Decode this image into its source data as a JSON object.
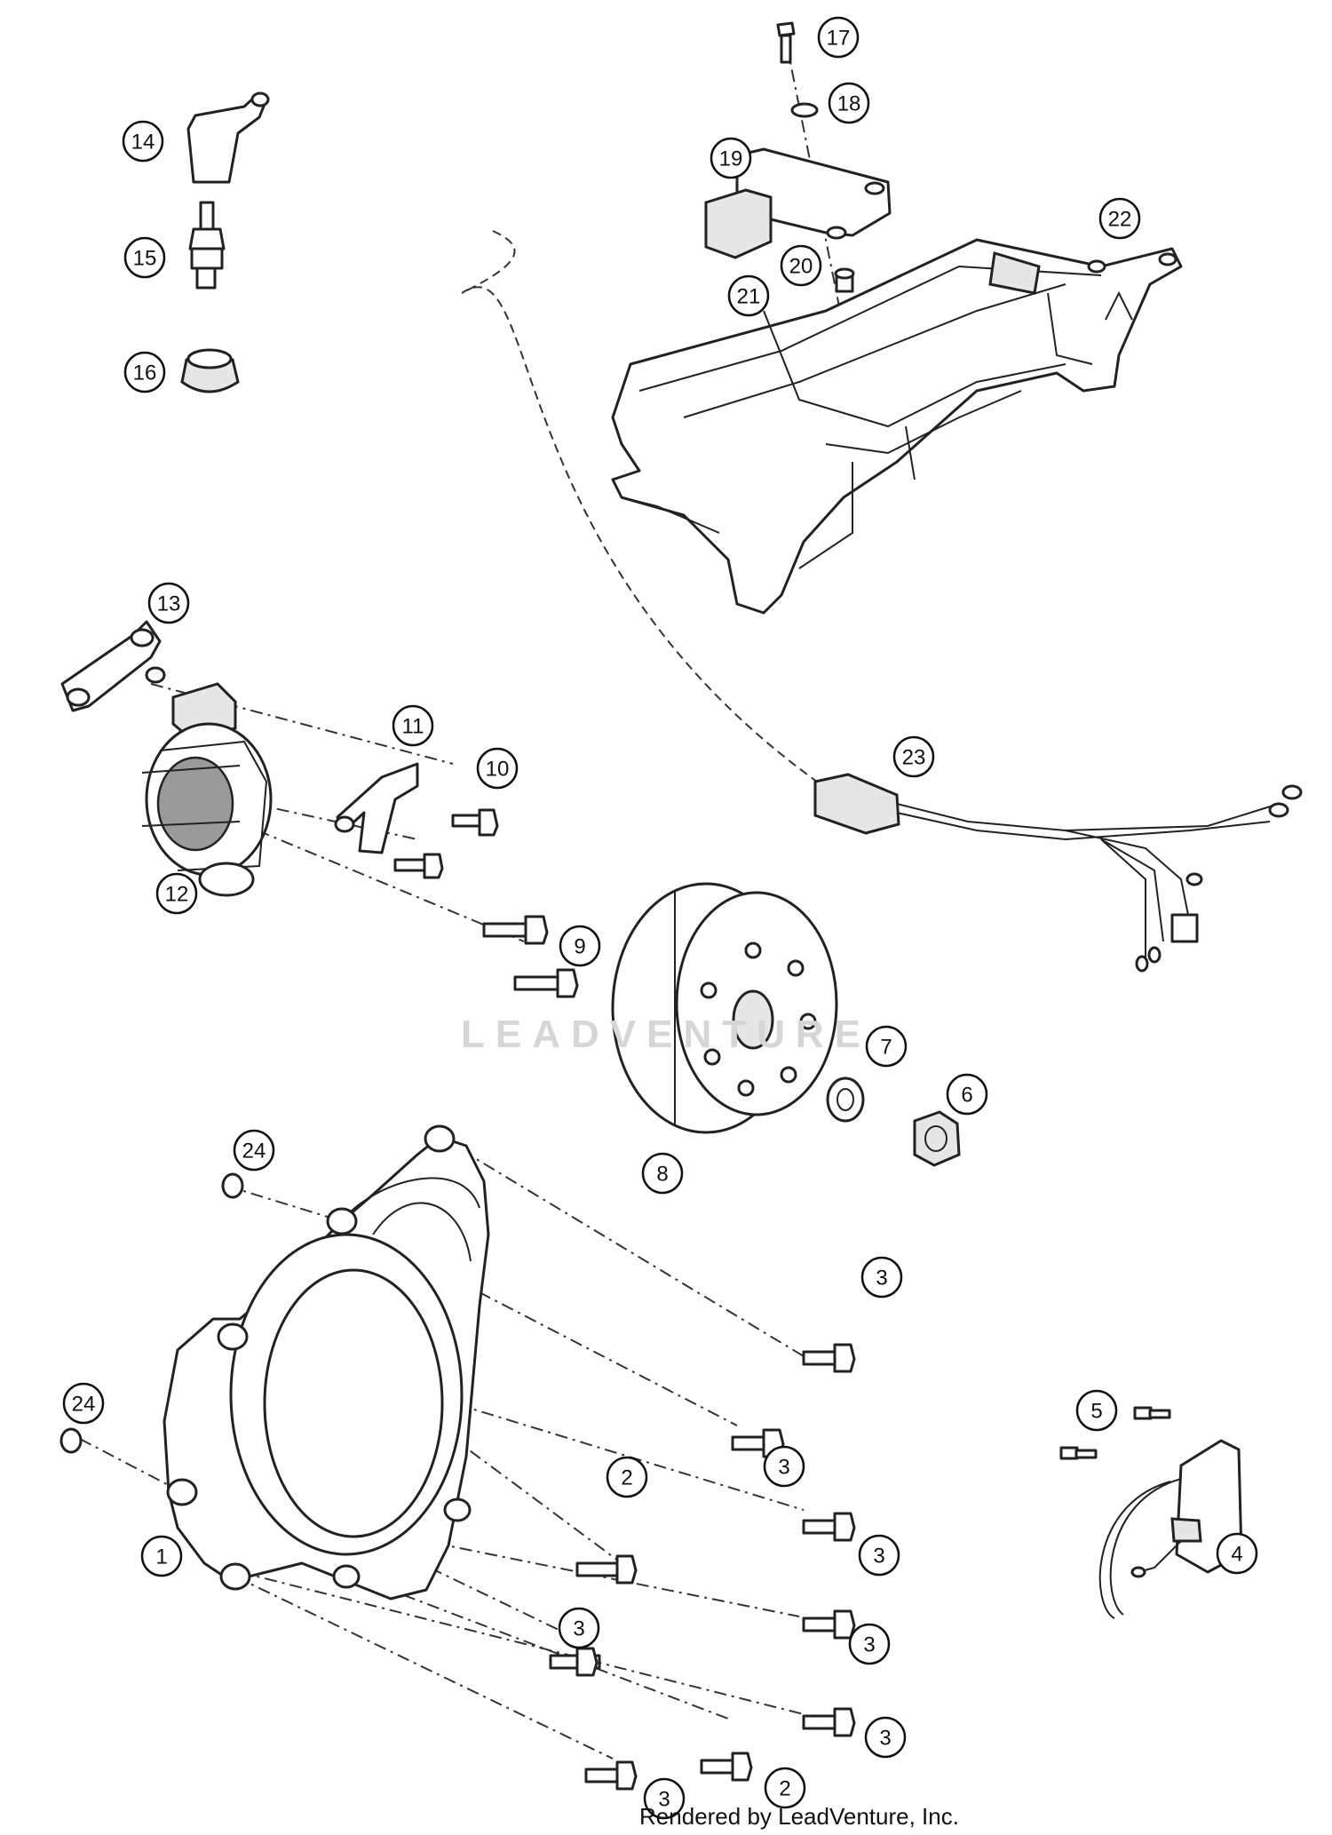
{
  "diagram": {
    "watermark": "LEADVENTURE",
    "credit": "Rendered by LeadVenture, Inc.",
    "callouts": [
      {
        "id": "c1",
        "label": "1"
      },
      {
        "id": "c2a",
        "label": "2"
      },
      {
        "id": "c2b",
        "label": "2"
      },
      {
        "id": "c3a",
        "label": "3"
      },
      {
        "id": "c3b",
        "label": "3"
      },
      {
        "id": "c3c",
        "label": "3"
      },
      {
        "id": "c3d",
        "label": "3"
      },
      {
        "id": "c3e",
        "label": "3"
      },
      {
        "id": "c3f",
        "label": "3"
      },
      {
        "id": "c3g",
        "label": "3"
      },
      {
        "id": "c4",
        "label": "4"
      },
      {
        "id": "c5",
        "label": "5"
      },
      {
        "id": "c6",
        "label": "6"
      },
      {
        "id": "c7",
        "label": "7"
      },
      {
        "id": "c8",
        "label": "8"
      },
      {
        "id": "c9",
        "label": "9"
      },
      {
        "id": "c10",
        "label": "10"
      },
      {
        "id": "c11",
        "label": "11"
      },
      {
        "id": "c12",
        "label": "12"
      },
      {
        "id": "c13",
        "label": "13"
      },
      {
        "id": "c14",
        "label": "14"
      },
      {
        "id": "c15",
        "label": "15"
      },
      {
        "id": "c16",
        "label": "16"
      },
      {
        "id": "c17",
        "label": "17"
      },
      {
        "id": "c18",
        "label": "18"
      },
      {
        "id": "c19",
        "label": "19"
      },
      {
        "id": "c20",
        "label": "20"
      },
      {
        "id": "c21",
        "label": "21"
      },
      {
        "id": "c22",
        "label": "22"
      },
      {
        "id": "c23",
        "label": "23"
      },
      {
        "id": "c24a",
        "label": "24"
      },
      {
        "id": "c24b",
        "label": "24"
      }
    ]
  }
}
